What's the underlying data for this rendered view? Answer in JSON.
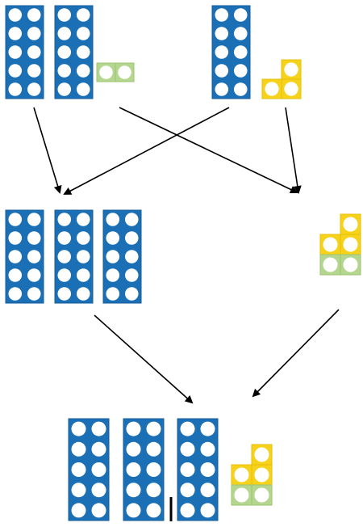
{
  "colors": {
    "ten_block": "#1a6fb5",
    "ten_block_edge": "#155d9a",
    "two_block": "#b5d68e",
    "two_block_edge": "#9cc471",
    "three_block": "#f7d21a",
    "three_block_edge": "#e6bd0a",
    "hole": "#ffffff",
    "arrow": "#000000"
  },
  "diagram": {
    "title": "",
    "description_items": [
      {
        "group": "top-left",
        "tens": 2,
        "ones_shape": "two-green"
      },
      {
        "group": "top-right",
        "tens": 1,
        "ones_shape": "three-yellow"
      },
      {
        "group": "middle-left",
        "tens": 3
      },
      {
        "group": "middle-right",
        "ones_shape": "five-yellow-green"
      },
      {
        "group": "bottom",
        "tens": 3,
        "ones_shape": "five-yellow-green"
      }
    ]
  }
}
